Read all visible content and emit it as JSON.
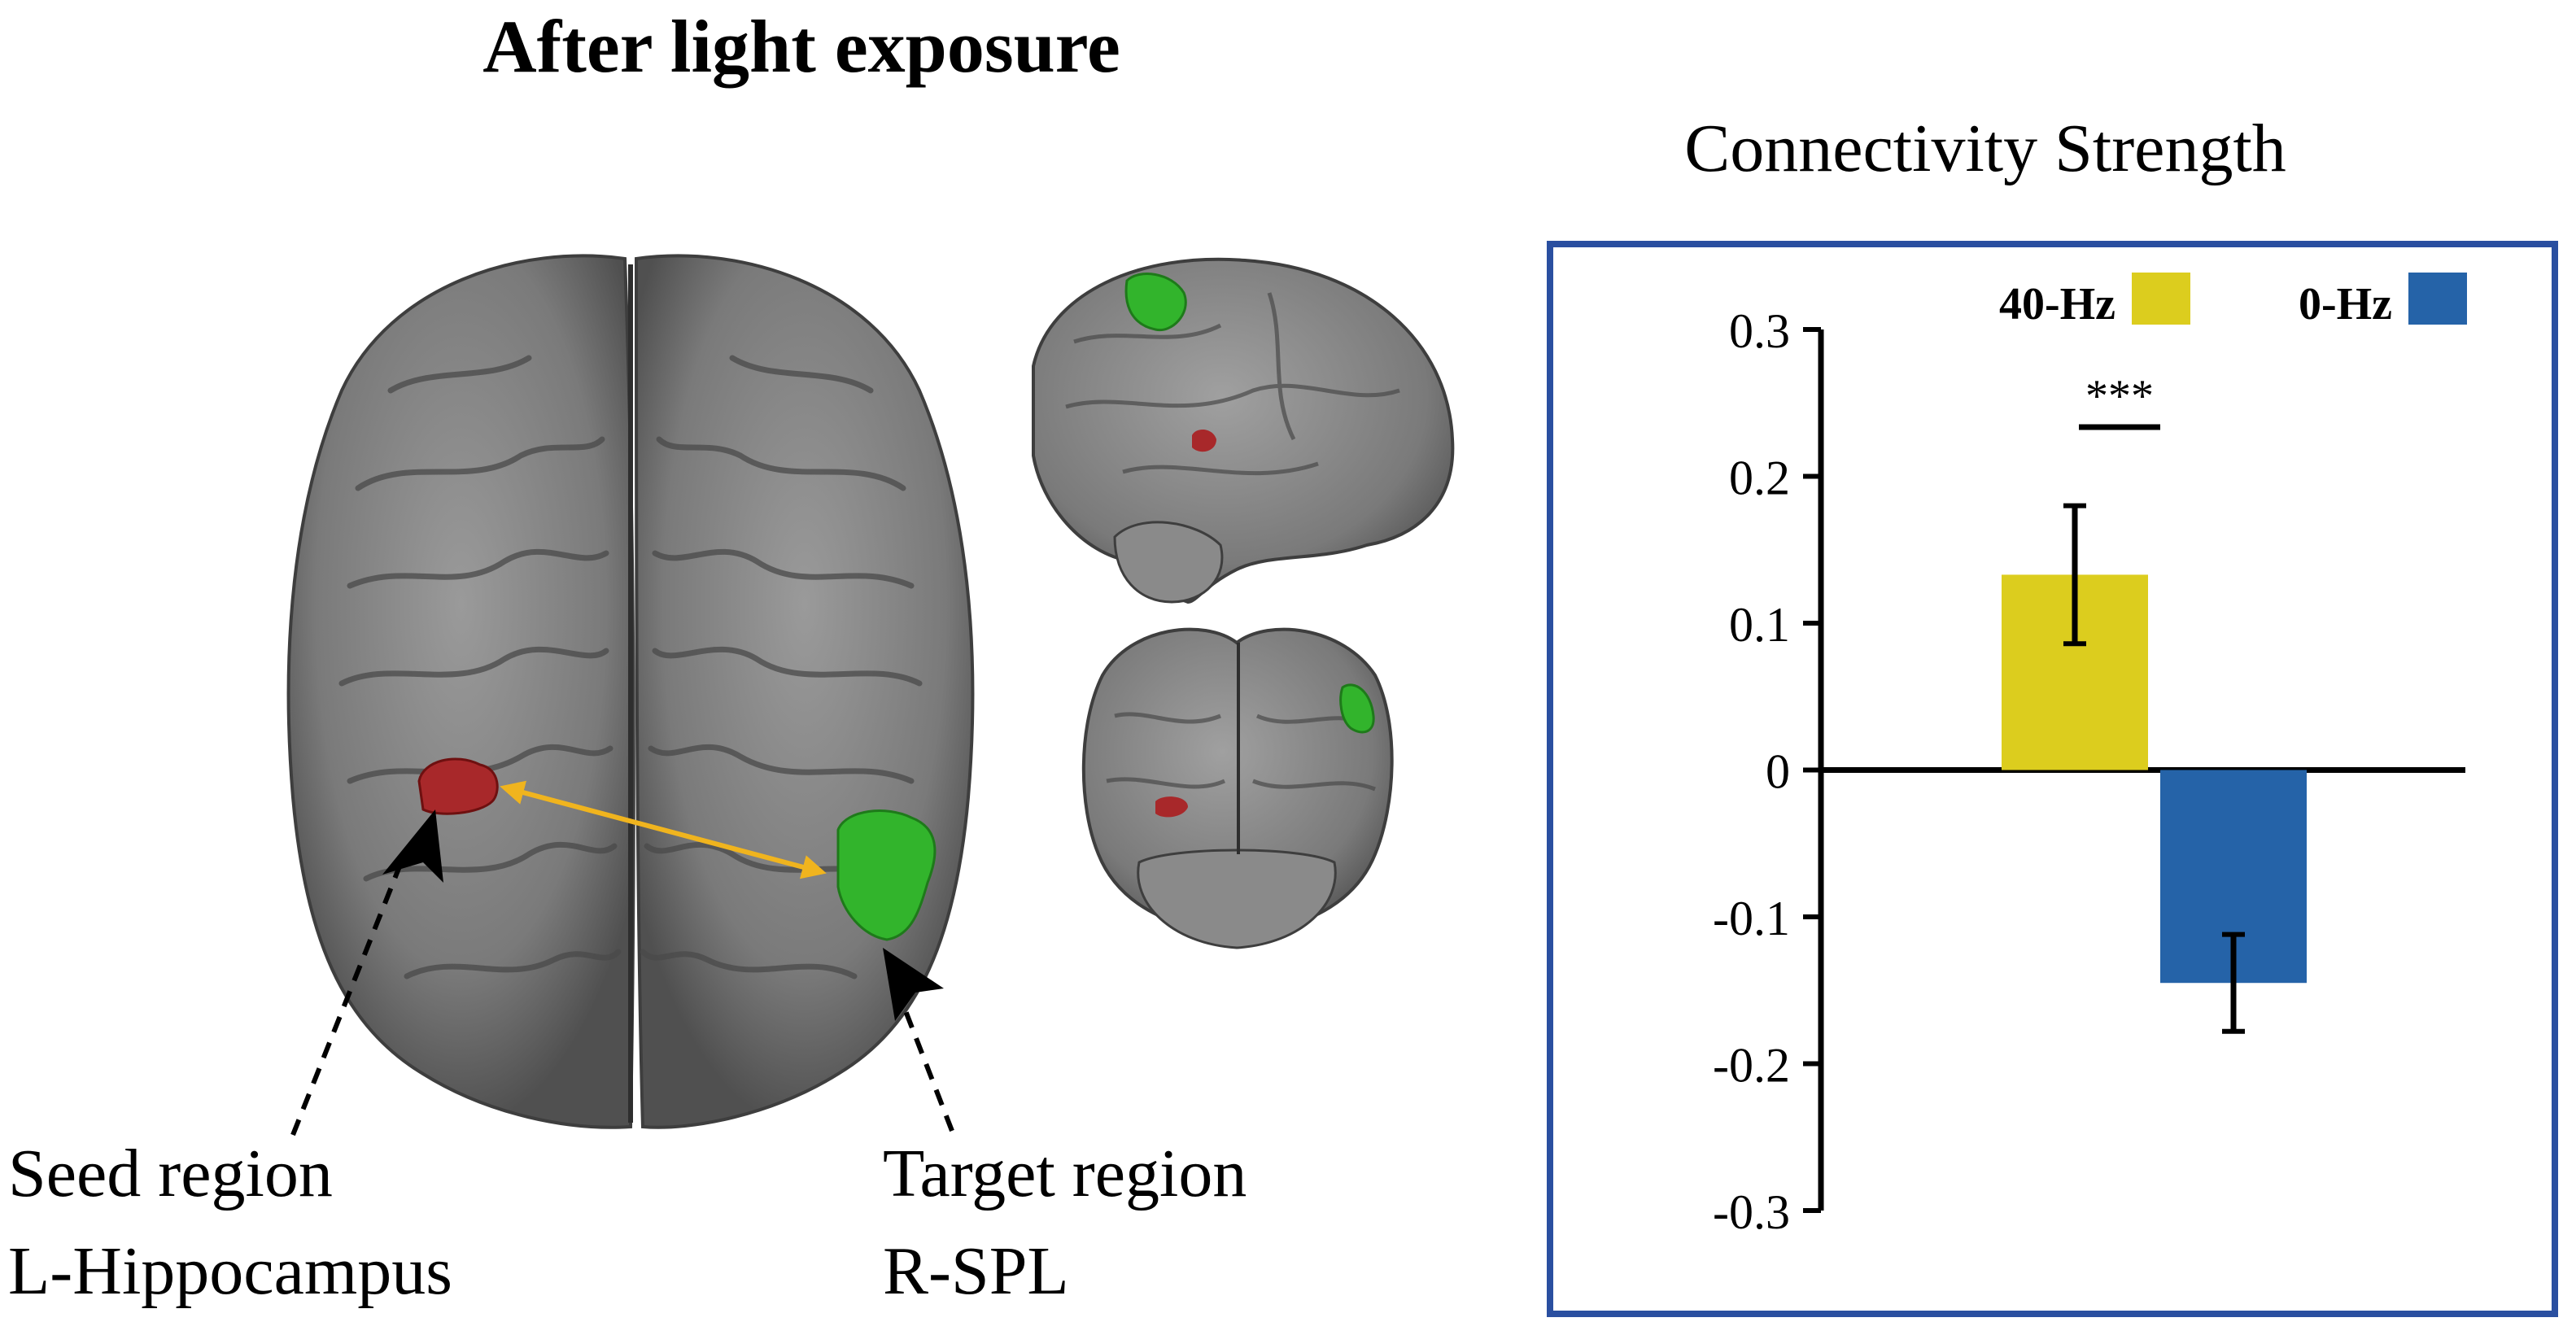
{
  "left_panel": {
    "title": "After light exposure",
    "seed_label": "Seed region",
    "seed_name": "L-Hippocampus",
    "target_label": "Target region",
    "target_name": "R-SPL"
  },
  "colors": {
    "brain": "#7d7d7d",
    "brain_dark": "#4e4e4e",
    "seed": "#a8282a",
    "target": "#32b42c",
    "arrow": "#f0b41e",
    "frame": "#2a4fa0"
  },
  "chart_data": {
    "type": "bar",
    "title": "Connectivity Strength",
    "categories": [
      "40-Hz",
      "0-Hz"
    ],
    "values": [
      0.133,
      -0.145
    ],
    "error": [
      0.047,
      0.033
    ],
    "colors": [
      "#dccd1e",
      "#2563a8"
    ],
    "legend": [
      {
        "label": "40-Hz",
        "color": "#dccd1e"
      },
      {
        "label": "0-Hz",
        "color": "#2563a8"
      }
    ],
    "legend_position": "top-right",
    "significance": "***",
    "ylim": [
      -0.3,
      0.3
    ],
    "yticks": [
      0.3,
      0.2,
      0.1,
      0,
      -0.1,
      -0.2,
      -0.3
    ],
    "ytick_labels": [
      "0.3",
      "0.2",
      "0.1",
      "0",
      "-0.1",
      "-0.2",
      "-0.3"
    ],
    "xlabel": "",
    "ylabel": "",
    "grid": false
  }
}
